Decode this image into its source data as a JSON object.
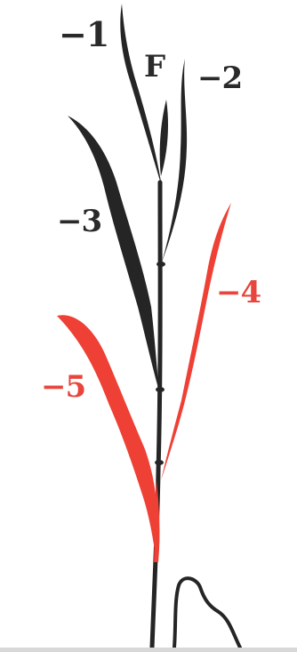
{
  "colors": {
    "dark_leaf": "#252525",
    "red_leaf": "#ee4035",
    "label_dark": "#2a2a2a",
    "label_red": "#e8453c",
    "background": "#ffffff",
    "bottom_rule": "#d8d8d8"
  },
  "labels": {
    "flag": "F",
    "leaf_1": "−1",
    "leaf_2": "−2",
    "leaf_3": "−3",
    "leaf_4": "−4",
    "leaf_5": "−5"
  }
}
